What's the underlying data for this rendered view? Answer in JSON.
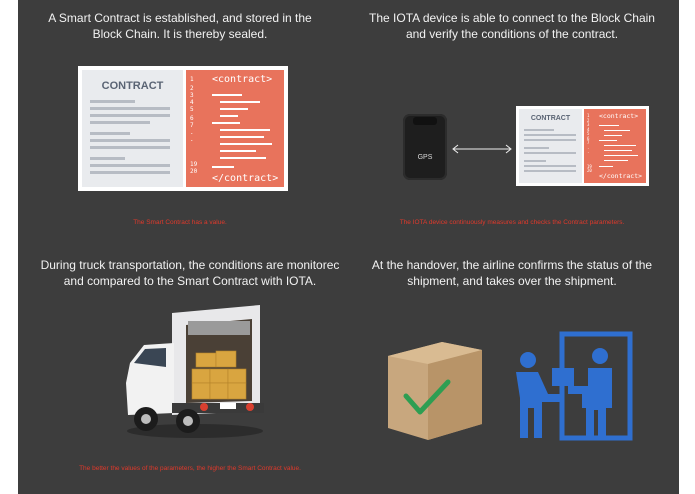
{
  "panel_1": {
    "heading": "A Smart Contract is established, and stored in the Block Chain. It is thereby sealed.",
    "contract_label": "CONTRACT",
    "code_open": "<contract>",
    "code_close": "</contract>",
    "line_numbers": [
      "1",
      "2",
      "3",
      "4",
      "5",
      "6",
      "7",
      ".",
      ".",
      "19",
      "20"
    ],
    "caption": "The Smart Contract has a value."
  },
  "panel_2": {
    "heading": "The IOTA device is able to connect to the Block Chain and verify the conditions of the contract.",
    "device_label": "GPS",
    "contract_label": "CONTRACT",
    "code_open": "<contract>",
    "code_close": "</contract>",
    "line_numbers": [
      "1",
      "2",
      "3",
      "4",
      "5",
      "6",
      "7",
      ".",
      ".",
      "19",
      "20"
    ],
    "caption": "The IOTA device continuously measures and checks the Contract parameters."
  },
  "panel_3": {
    "heading": "During truck transportation, the conditions are monitorec and compared to the Smart Contract with IOTA.",
    "caption": "The better the values of the parameters, the higher the Smart Contract value."
  },
  "panel_4": {
    "heading": "At the handover, the airline confirms the status of the shipment, and takes over the shipment."
  },
  "colors": {
    "background": "#3d3d3d",
    "heading_text": "#f2f2f2",
    "caption_red": "#e0392b",
    "code_orange": "#e8735c",
    "paper_grey": "#e9ebee",
    "check_green": "#2e9e52",
    "people_blue": "#2f6fd0",
    "box_tan": "#c8a77e"
  }
}
